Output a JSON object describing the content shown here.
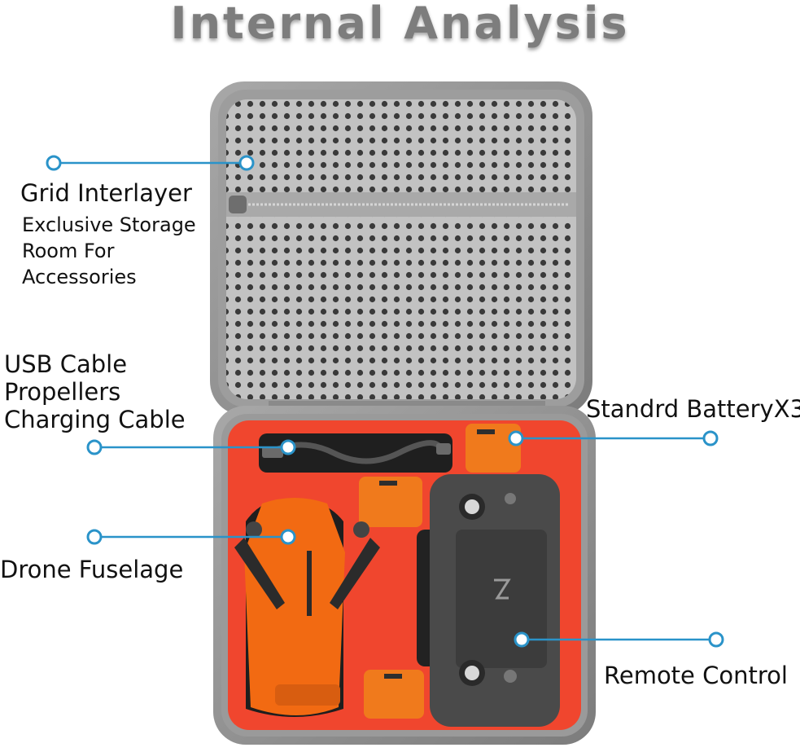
{
  "title": "Internal Analysis",
  "callouts": {
    "grid": {
      "title": "Grid Interlayer",
      "lines": [
        "Exclusive Storage",
        "Room For",
        "Accessories"
      ]
    },
    "usb": {
      "lines": [
        "USB Cable",
        "Propellers",
        "Charging Cable"
      ]
    },
    "battery": {
      "title": "Standrd BatteryX3"
    },
    "drone": {
      "title": "Drone Fuselage"
    },
    "remote": {
      "title": "Remote Control"
    }
  },
  "colors": {
    "accent": "#2a93c9",
    "case_shell": "#8f8f8f",
    "mesh": "#b9b9b9",
    "foam": "#f0462e",
    "drone_orange": "#f26a12",
    "remote_gray": "#4a4a4a"
  }
}
